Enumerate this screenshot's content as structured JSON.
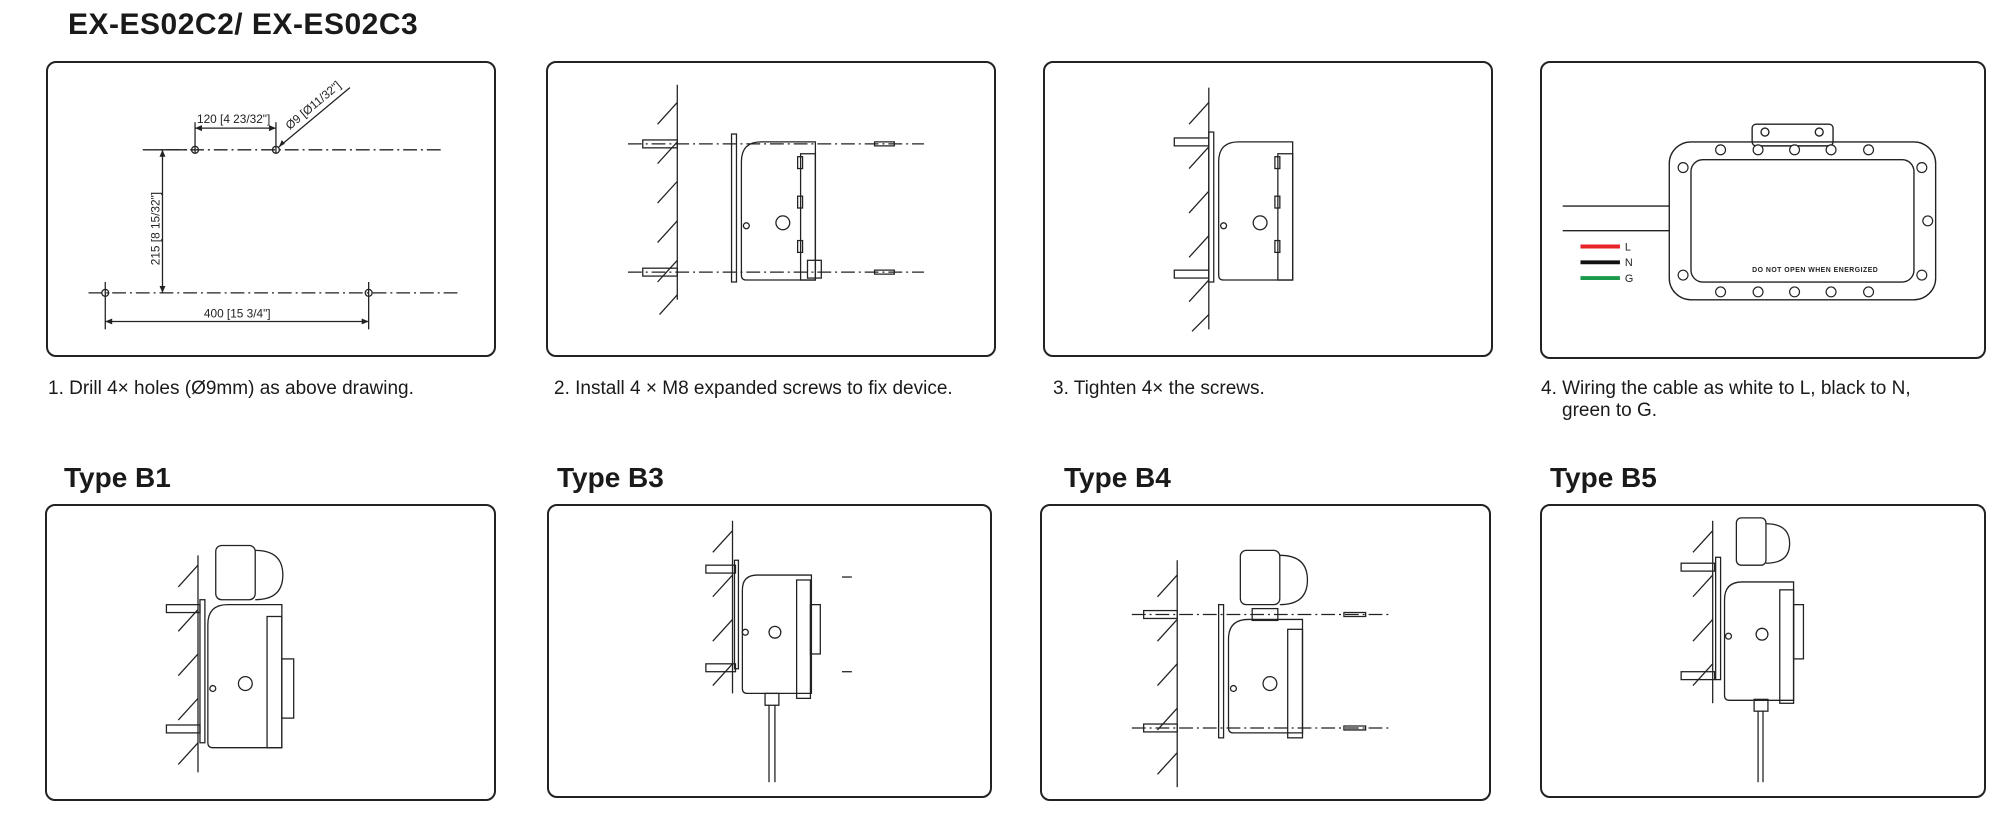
{
  "page": {
    "title": "EX-ES02C2/ EX-ES02C3"
  },
  "steps": [
    {
      "caption": "1. Drill 4× holes (Ø9mm) as above drawing."
    },
    {
      "caption": "2. Install 4 × M8 expanded screws to fix device."
    },
    {
      "caption": "3. Tighten 4× the screws."
    },
    {
      "caption_line1": "4. Wiring the cable as white to L, black to N,",
      "caption_line2": "green to G."
    }
  ],
  "drawing": {
    "dim_top": "120 [4 23/32\"]",
    "dim_diameter": "Ø9 [Ø11/32\"]",
    "dim_vertical": "215 [8 15/32\"]",
    "dim_bottom": "400 [15 3/4\"]"
  },
  "wiring": {
    "label_l": "L",
    "label_n": "N",
    "label_g": "G",
    "warning": "DO NOT OPEN WHEN ENERGIZED",
    "colors": {
      "l": "#e8232a",
      "n": "#111111",
      "g": "#1a9a4a"
    }
  },
  "types": [
    {
      "title": "Type B1"
    },
    {
      "title": "Type B3"
    },
    {
      "title": "Type B4"
    },
    {
      "title": "Type B5"
    }
  ]
}
